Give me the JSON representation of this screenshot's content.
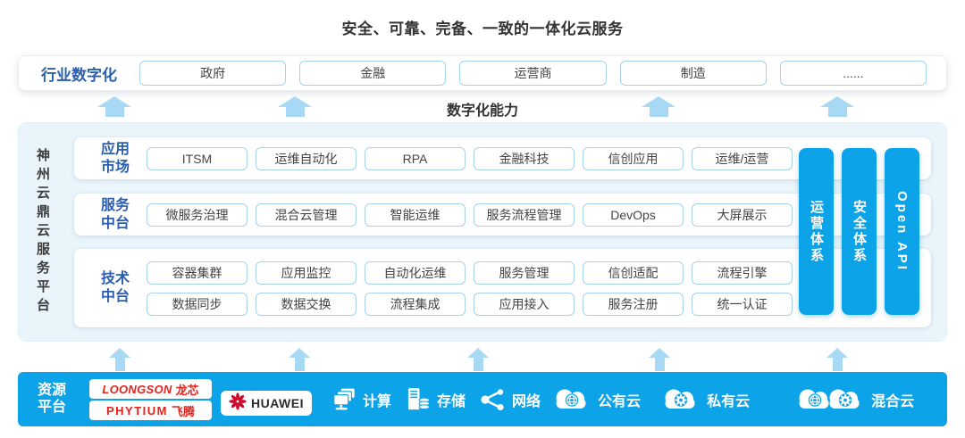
{
  "title": "安全、可靠、完备、一致的一体化云服务",
  "industry": {
    "label": "行业数字化",
    "items": [
      "政府",
      "金融",
      "运营商",
      "制造",
      "......"
    ]
  },
  "capability_label": "数字化能力",
  "platform": {
    "side_label": "神州云鼎云服务平台",
    "rows": [
      {
        "label_line1": "应用",
        "label_line2": "市场",
        "buttons": [
          "ITSM",
          "运维自动化",
          "RPA",
          "金融科技",
          "信创应用",
          "运维/运营"
        ]
      },
      {
        "label_line1": "服务",
        "label_line2": "中台",
        "buttons": [
          "微服务治理",
          "混合云管理",
          "智能运维",
          "服务流程管理",
          "DevOps",
          "大屏展示"
        ]
      },
      {
        "label_line1": "技术",
        "label_line2": "中台",
        "buttons": [
          "容器集群",
          "应用监控",
          "自动化运维",
          "服务管理",
          "信创适配",
          "流程引擎",
          "数据同步",
          "数据交换",
          "流程集成",
          "应用接入",
          "服务注册",
          "统一认证"
        ]
      }
    ],
    "bars": [
      "运营体系",
      "安全体系",
      "Open API"
    ]
  },
  "resources": {
    "label_line1": "资源",
    "label_line2": "平台",
    "vendors": {
      "loongson_en": "LOONGSON",
      "loongson_cn": "龙芯",
      "phytium_en": "PHYTIUM",
      "phytium_cn": "飞腾",
      "huawei": "HUAWEI"
    },
    "services": [
      {
        "icon": "compute-icon",
        "label": "计算"
      },
      {
        "icon": "storage-icon",
        "label": "存储"
      },
      {
        "icon": "network-icon",
        "label": "网络"
      },
      {
        "icon": "public-cloud-icon",
        "label": "公有云"
      },
      {
        "icon": "private-cloud-icon",
        "label": "私有云"
      },
      {
        "icon": "hybrid-cloud-icon",
        "label": "混合云"
      }
    ]
  },
  "colors": {
    "brand_blue": "#0ca3e8",
    "arrow_blue": "#a8d9f4",
    "panel_bg": "#e9f4fb",
    "box_border": "#a6d2ec",
    "label_blue": "#2a5eb0",
    "vendor_red": "#e2231c",
    "huawei_red": "#cf0a2c"
  }
}
